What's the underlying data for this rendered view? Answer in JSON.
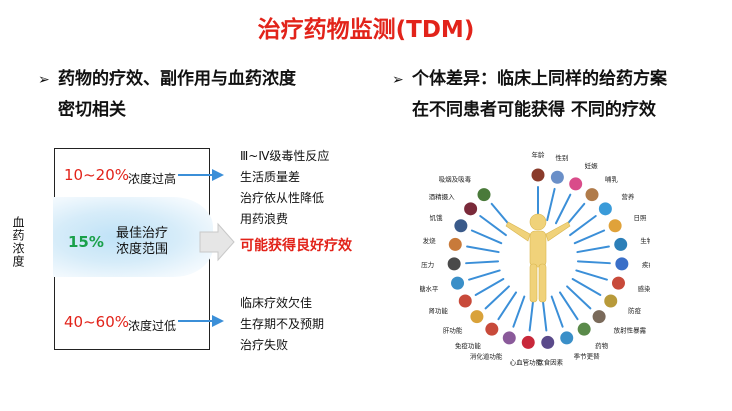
{
  "title": "治疗药物监测(TDM)",
  "bullets": {
    "left_line1": "药物的疗效、副作用与血药浓度",
    "left_line2": "密切相关",
    "right_line1": "个体差异：临床上同样的给药方案",
    "right_line2": "在不同患者可能获得  不同的疗效",
    "marker": "➢"
  },
  "diagram": {
    "y_label": "血药浓度",
    "high": {
      "range": "10~20%",
      "label": "浓度过高",
      "effects": [
        "Ⅲ~Ⅳ级毒性反应",
        "生活质量差",
        "治疗依从性降低",
        "用药浪费"
      ]
    },
    "optimal": {
      "range": "15%",
      "label_line1": "最佳治疗",
      "label_line2": "浓度范围",
      "effect": "可能获得良好疗效"
    },
    "low": {
      "range": "40~60%",
      "label": "浓度过低",
      "effects": [
        "临床疗效欠佳",
        "生存期不及预期",
        "治疗失败"
      ]
    }
  },
  "factors": [
    "年龄",
    "性别",
    "妊娠",
    "哺乳",
    "营养",
    "日照",
    "生物节律",
    "疾病",
    "感染",
    "防疫",
    "放射性暴露",
    "药物",
    "季节更替",
    "饮食因素",
    "心血管功能",
    "消化道功能",
    "免疫功能",
    "肝功能",
    "肾功能",
    "血糖水平",
    "压力",
    "发烧",
    "饥饿",
    "酒精摄入",
    "吸烟及吸毒"
  ],
  "colors": {
    "accent_red": "#e2231a",
    "green": "#1aa04a",
    "arrow_blue": "#3b8fd8"
  }
}
